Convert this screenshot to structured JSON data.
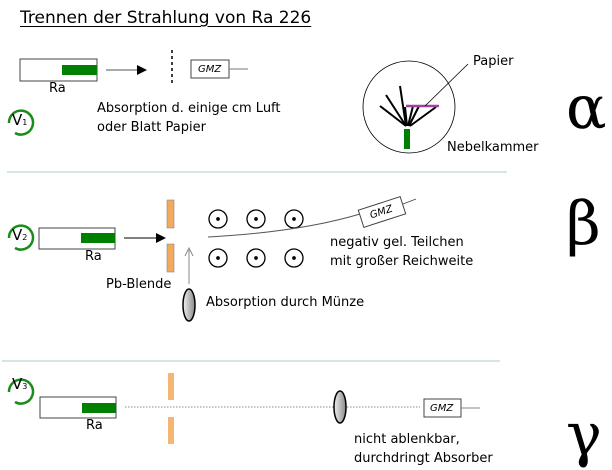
{
  "title": "Trennen der Strahlung von Ra 226",
  "colors": {
    "source": "#008000",
    "lead": "#f5a95a",
    "paper": "#a040a0",
    "divider": "#c5dddd",
    "badge": "#1a8c1a"
  },
  "sections": [
    {
      "id": "alpha",
      "badge": "V",
      "badge_sub": "1",
      "source_label": "Ra",
      "detector_label": "GMZ",
      "note_lines": [
        "Absorption d. einige cm Luft",
        "oder Blatt Papier"
      ],
      "chamber_label": "Nebelkammer",
      "paper_label": "Papier",
      "symbol": "α"
    },
    {
      "id": "beta",
      "badge": "V",
      "badge_sub": "2",
      "source_label": "Ra",
      "detector_label": "GMZ",
      "aperture_label": "Pb-Blende",
      "absorber_note": "Absorption durch Münze",
      "note_lines": [
        "negativ gel. Teilchen",
        "mit großer Reichweite"
      ],
      "field_symbol": "⊙",
      "symbol": "β"
    },
    {
      "id": "gamma",
      "badge": "V",
      "badge_sub": "3",
      "source_label": "Ra",
      "detector_label": "GMZ",
      "note_lines": [
        "nicht ablenkbar,",
        "durchdringt Absorber"
      ],
      "symbol": "γ"
    }
  ]
}
